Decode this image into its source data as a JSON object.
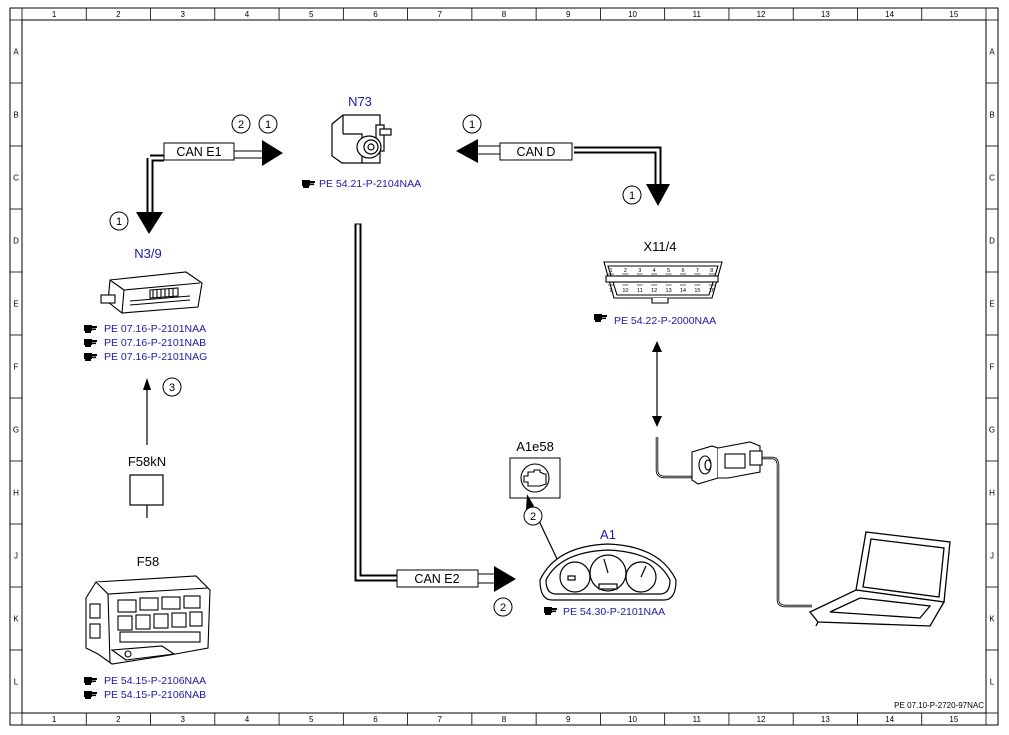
{
  "grid": {
    "columns": [
      "1",
      "2",
      "3",
      "4",
      "5",
      "6",
      "7",
      "8",
      "9",
      "10",
      "11",
      "12",
      "13",
      "14",
      "15"
    ],
    "rows": [
      "A",
      "B",
      "C",
      "D",
      "E",
      "F",
      "G",
      "H",
      "J",
      "K",
      "L"
    ]
  },
  "components": {
    "n73": {
      "label": "N73",
      "refs": [
        "PE 54.21-P-2104NAA"
      ]
    },
    "n3_9": {
      "label": "N3/9",
      "refs": [
        "PE 07.16-P-2101NAA",
        "PE 07.16-P-2101NAB",
        "PE 07.16-P-2101NAG"
      ]
    },
    "x11_4": {
      "label": "X11/4",
      "refs": [
        "PE 54.22-P-2000NAA"
      ],
      "pins_top": [
        "1",
        "2",
        "3",
        "4",
        "5",
        "6",
        "7",
        "8"
      ],
      "pins_bottom": [
        "9",
        "10",
        "11",
        "12",
        "13",
        "14",
        "15",
        "16"
      ]
    },
    "f58kn": {
      "label": "F58kN"
    },
    "f58": {
      "label": "F58",
      "refs": [
        "PE 54.15-P-2106NAA",
        "PE 54.15-P-2106NAB"
      ]
    },
    "a1e58": {
      "label": "A1e58"
    },
    "a1": {
      "label": "A1",
      "refs": [
        "PE 54.30-P-2101NAA"
      ]
    }
  },
  "buses": {
    "can_e1": "CAN E1",
    "can_d": "CAN D",
    "can_e2": "CAN E2"
  },
  "callouts": {
    "can_e1_a": "2",
    "can_e1_b": "1",
    "n3_9_in": "1",
    "can_d_left": "1",
    "can_d_right": "1",
    "f58kn_arrow": "3",
    "a1e58": "2",
    "can_e2": "2"
  },
  "footer": {
    "doc_id": "PE 07.10-P-2720-97NAC"
  },
  "colors": {
    "line": "#000000",
    "ref_blue": "#1a1aa6",
    "background": "#ffffff"
  }
}
